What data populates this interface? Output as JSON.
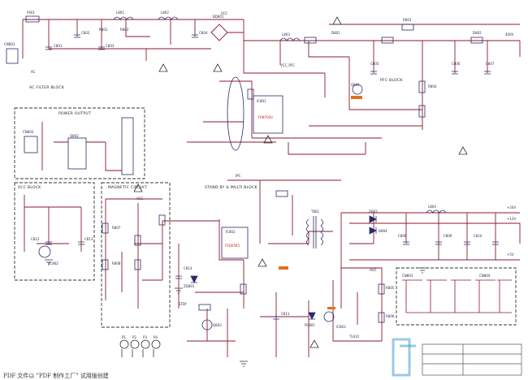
{
  "footer": {
    "caption": "PDF 文件以 \"PDF 制作工厂\" 试用版创建"
  },
  "blocks": {
    "ac_filter": "AC FILTER BLOCK",
    "pfc": "PFC BLOCK",
    "power_output": "POWER OUTPUT",
    "standby_multi": "STAND BY & MULTI BLOCK",
    "vcc_block": "VCC BLOCK",
    "magnetic": "MAGNETIC CIRCUIT"
  },
  "labels": {
    "f801": "F801",
    "cn801": "CN801",
    "ac": "AC",
    "l801": "L801",
    "l802": "L802",
    "bd801": "BD801",
    "c801": "C801",
    "c802": "C802",
    "r801": "R801",
    "r802": "R802",
    "c803": "C803",
    "c804": "C804",
    "l803": "L803",
    "d801": "D801",
    "q801": "Q801",
    "ic801": "IC801",
    "ic801_part": "FAN7930",
    "r803": "R803",
    "c805": "C805",
    "vcc_pfc": "VCC_PFC",
    "c806": "C806",
    "r804": "R804",
    "d802": "D802",
    "c807": "C807",
    "vout": "400V",
    "cn802": "CN802",
    "q802": "Q802",
    "ic802": "IC802",
    "ic802_part": "FSQ0565",
    "t801": "T801",
    "d803": "D803",
    "d804": "D804",
    "c808": "C808",
    "c809": "C809",
    "l804": "L804",
    "c810": "C810",
    "out24": "+24V",
    "out12": "+12V",
    "out5": "+5V",
    "pc801": "PC801",
    "pc802": "PC802",
    "ic803": "IC803",
    "r805": "R805",
    "r806": "R806",
    "zd801": "ZD801",
    "c811": "C811",
    "q803": "Q803",
    "stby": "STBY",
    "p1": "P1",
    "p2": "P2",
    "p3": "P3",
    "p4": "P4",
    "vcc": "VCC",
    "tl431": "TL431",
    "cn803": "CN803",
    "cn804": "CN804",
    "r807": "R807",
    "r808": "R808",
    "c812": "C812",
    "c813": "C813",
    "c814": "C814",
    "vfc": "VCC",
    "ipc": "IPC",
    "hvc": "HVC"
  },
  "colors": {
    "wire": "#8b1a2e",
    "component": "#2a2a6a",
    "ground": "#333333",
    "box": "#333333",
    "highlight": "#cc2222",
    "orange": "#e07020",
    "watermark": "#4a9ccc"
  }
}
